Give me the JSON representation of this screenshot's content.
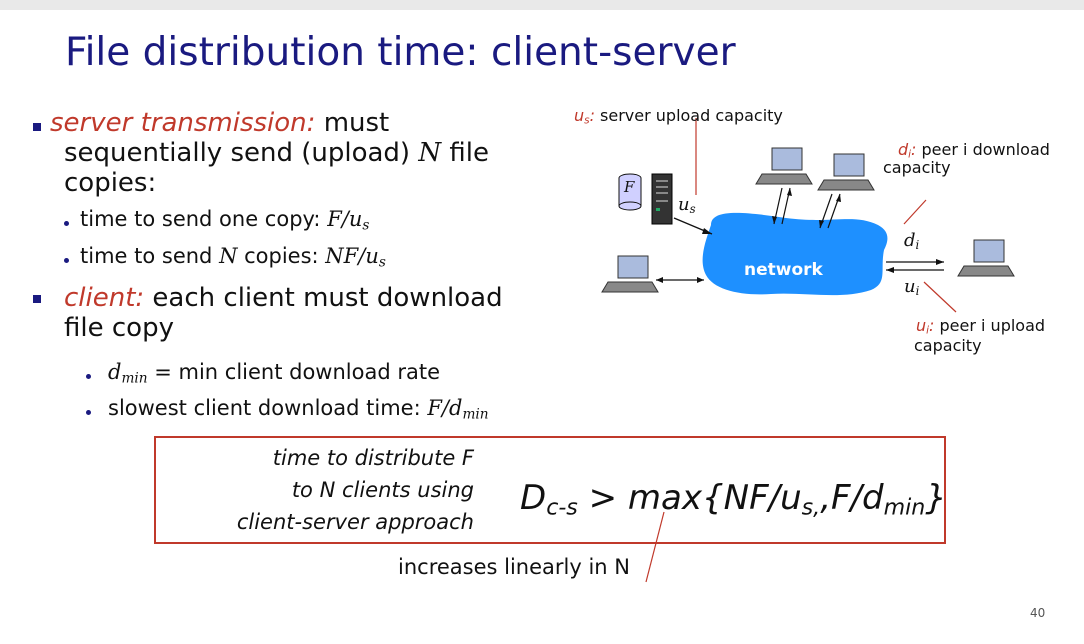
{
  "title": "File distribution time: client-server",
  "bullets": {
    "b1": {
      "label": "server transmission:",
      "text": "must",
      "cont1": "sequentially send (upload) ",
      "N": "N",
      "cont1b": " file",
      "cont2": "copies:"
    },
    "s1": {
      "text": "time to send one copy: ",
      "formula": "F/u",
      "sub": "s"
    },
    "s2": {
      "pre": "time to send ",
      "N": "N",
      "mid": " copies: ",
      "formula": "NF/u",
      "sub": "s"
    },
    "b2": {
      "label": "client:",
      "text": " each client must download",
      "cont": "file copy"
    },
    "s3": {
      "d": "d",
      "sub": "min",
      "text": " = min client download rate"
    },
    "s4": {
      "text": "slowest client download time: ",
      "formula": "F/d",
      "sub": "min"
    }
  },
  "diagram": {
    "server_cap": {
      "sym": "u",
      "sub": "s",
      "colon": ":",
      "text": " server upload capacity"
    },
    "peer_down": {
      "sym": "d",
      "sub": "i",
      "colon": ":",
      "text": " peer i download",
      "line2": "capacity"
    },
    "peer_up": {
      "sym": "u",
      "sub": "i",
      "colon": ":",
      "text": " peer i upload",
      "line2": "capacity"
    },
    "file_label": "F",
    "us_label": {
      "sym": "u",
      "sub": "s"
    },
    "di_label": {
      "sym": "d",
      "sub": "i"
    },
    "ui_label": {
      "sym": "u",
      "sub": "i"
    },
    "network_label": "network"
  },
  "box": {
    "line1": "time to  distribute F",
    "line2": "to N clients using",
    "line3": "client-server approach",
    "formula": {
      "D": "D",
      "Dsub": "c-s",
      "rest": " > max{NF/u",
      "s1": "s,",
      "mid": ",F/d",
      "s2": "min",
      "end": "}"
    }
  },
  "note": "increases linearly in N",
  "page_number": "40",
  "colors": {
    "title": "#1a1a80",
    "accent_red": "#c0392b",
    "network_blue": "#1e90ff"
  }
}
